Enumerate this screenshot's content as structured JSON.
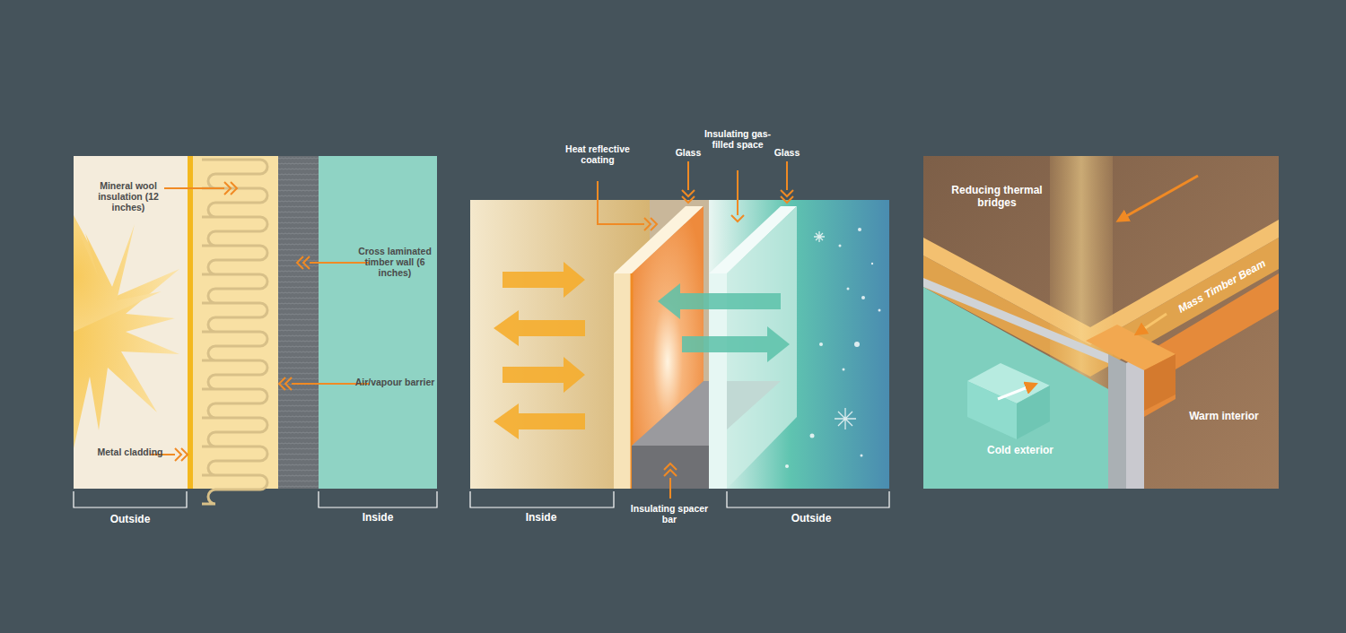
{
  "diagram": {
    "labels": [
      "Mineral wool insulation (12 inches)",
      "Cross laminated timber wall (6 inches)",
      "Air/vapour barrier",
      "Metal cladding",
      "Outside",
      "Inside",
      "Heat reflective coating",
      "Glass",
      "Insulating gas-filled space",
      "Glass",
      "Inside",
      "Insulating spacer bar",
      "Outside",
      "Reducing thermal bridges",
      "Mass Timber Beam",
      "Cold exterior",
      "Warm interior"
    ]
  }
}
